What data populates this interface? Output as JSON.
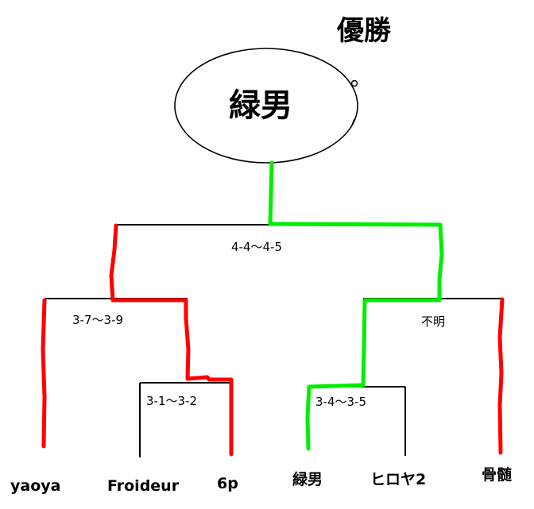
{
  "title": "優勝",
  "champion": {
    "name": "緑男",
    "color": "#00ee00"
  },
  "colors": {
    "bracket": "#000000",
    "loser_path": "#ff0000",
    "winner_path": "#00ee00"
  },
  "matches": {
    "final": "4-4～4-5",
    "left_semi": "3-7～3-9",
    "left_quarter": "3-1～3-2",
    "right_semi": "不明",
    "right_quarter": "3-4～3-5"
  },
  "players": [
    "yaoya",
    "Froideur",
    "6p",
    "緑男",
    "ヒロヤ2",
    "骨髄"
  ]
}
